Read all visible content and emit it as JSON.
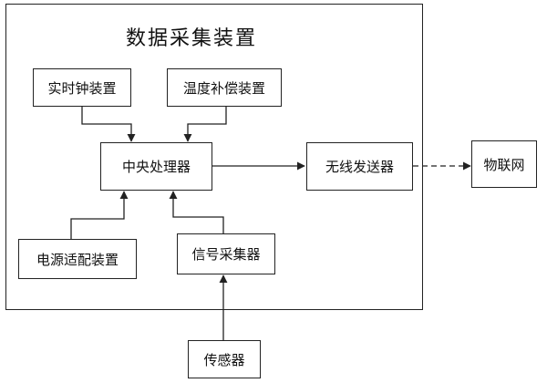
{
  "diagram": {
    "title": "数据采集装置",
    "nodes": {
      "rtc": "实时钟装置",
      "temp_comp": "温度补偿装置",
      "cpu": "中央处理器",
      "wireless": "无线发送器",
      "iot": "物联网",
      "power": "电源适配装置",
      "signal": "信号采集器",
      "sensor": "传感器"
    }
  }
}
